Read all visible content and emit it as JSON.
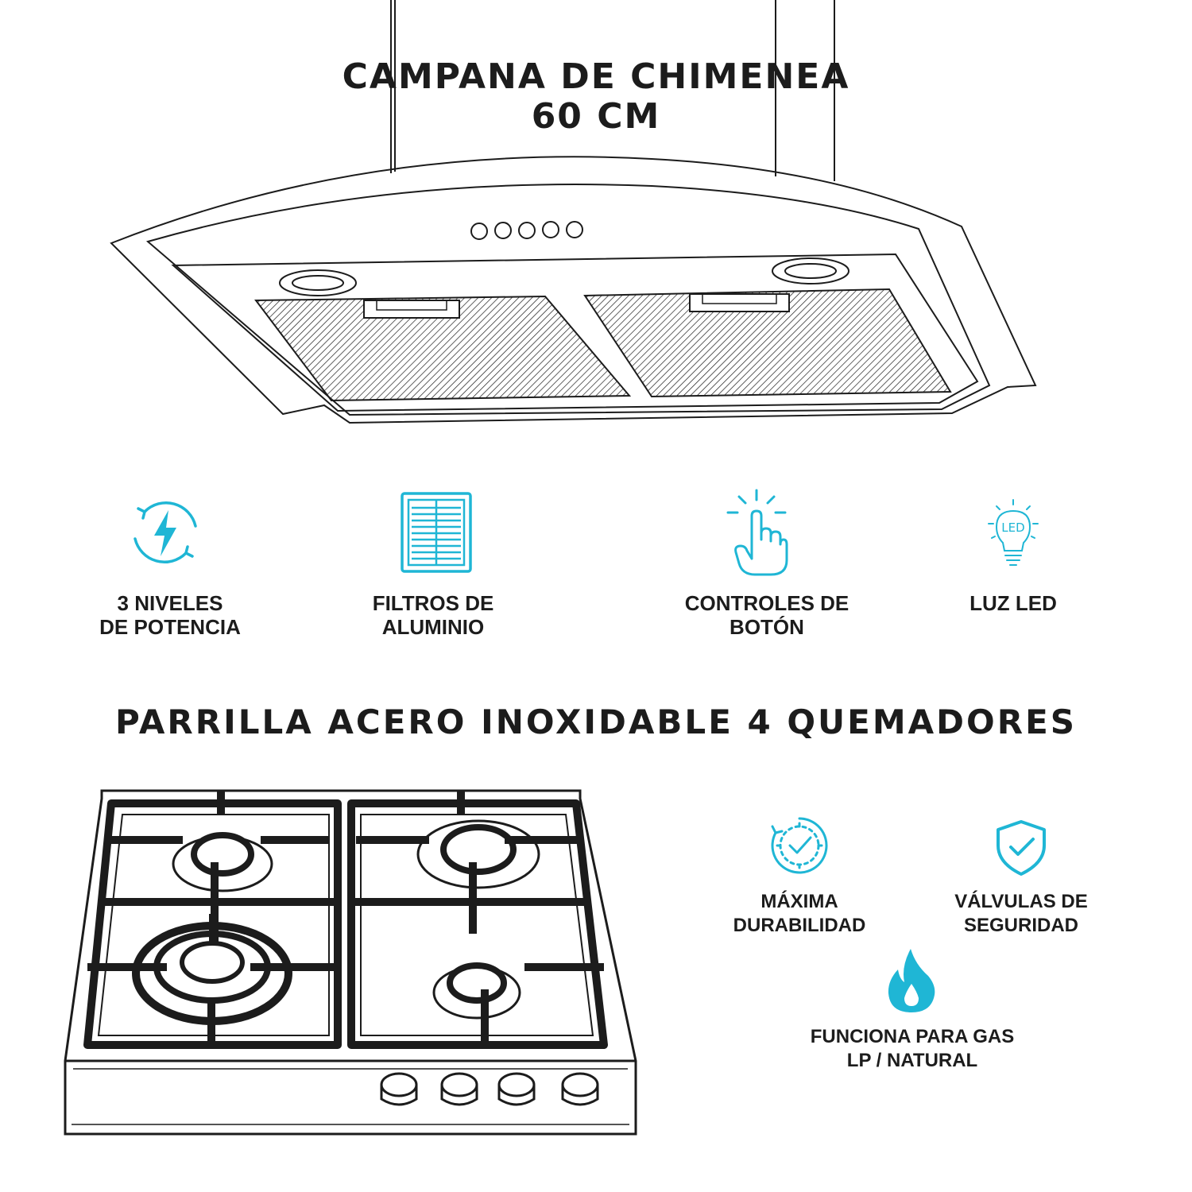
{
  "hood": {
    "title_line1": "CAMPANA DE CHIMENEA",
    "title_line2": "60 CM"
  },
  "hood_features": [
    {
      "line1": "3 NIVELES",
      "line2": "DE POTENCIA",
      "icon": "power-levels-icon",
      "color": "#1fb6d5"
    },
    {
      "line1": "FILTROS DE",
      "line2": "ALUMINIO",
      "icon": "aluminum-filter-icon",
      "color": "#1fb6d5"
    },
    {
      "line1": "CONTROLES DE",
      "line2": "BOTÓN",
      "icon": "touch-button-icon",
      "color": "#1fb6d5"
    },
    {
      "line1": "LUZ LED",
      "line2": "",
      "icon": "led-bulb-icon",
      "color": "#1fb6d5"
    }
  ],
  "led_icon_text": "LED",
  "cooktop": {
    "title": "PARRILLA ACERO INOXIDABLE 4 QUEMADORES"
  },
  "cooktop_features": [
    {
      "line1": "MÁXIMA",
      "line2": "DURABILIDAD",
      "icon": "durability-clock-icon"
    },
    {
      "line1": "VÁLVULAS DE",
      "line2": "SEGURIDAD",
      "icon": "safety-shield-icon"
    },
    {
      "line1": "FUNCIONA PARA GAS",
      "line2": "LP / NATURAL",
      "icon": "gas-flame-icon"
    }
  ],
  "colors": {
    "accent": "#1fb6d5",
    "text": "#1c1c1c",
    "background": "#ffffff"
  }
}
